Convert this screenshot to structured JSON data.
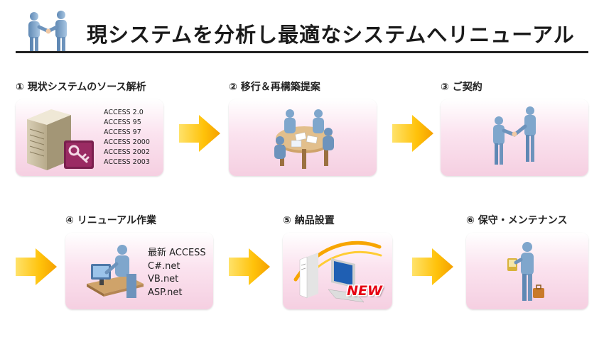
{
  "header": {
    "title": "現システムを分析し最適なシステムへリニューアル",
    "icon": "handshake-people-icon"
  },
  "steps": [
    {
      "label": "① 現状システムのソース解析",
      "icon": "server-access-icon",
      "items": [
        "ACCESS 2.0",
        "ACCESS 95",
        "ACCESS 97",
        "ACCESS 2000",
        "ACCESS 2002",
        "ACCESS 2003"
      ]
    },
    {
      "label": "② 移行＆再構築提案",
      "icon": "meeting-table-icon"
    },
    {
      "label": "③ ご契約",
      "icon": "handshake-icon"
    },
    {
      "label": "④ リニューアル作業",
      "icon": "programmer-icon",
      "items": [
        "最新 ACCESS",
        "C#.net",
        "VB.net",
        "ASP.net"
      ]
    },
    {
      "label": "⑤ 納品設置",
      "icon": "computer-new-icon",
      "badge": "NEW"
    },
    {
      "label": "⑥ 保守・メンテナンス",
      "icon": "maintenance-person-icon"
    }
  ],
  "colors": {
    "card_top": "#ffffff",
    "card_bottom": "#f5cfe1",
    "arrow_light": "#ffd21f",
    "arrow_dark": "#f5a000",
    "person": "#7fa6cc",
    "badge_red": "#e60012",
    "rule": "#222222"
  }
}
